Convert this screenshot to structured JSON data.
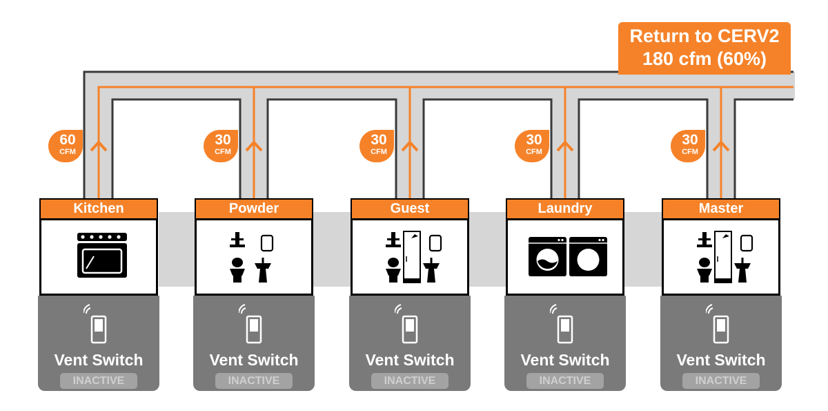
{
  "colors": {
    "accent": "#f58229",
    "duct_fill": "#d6d6d6",
    "duct_outline": "#3a3a3a",
    "switch_panel": "#7a7a7a",
    "badge_bg": "#a3a3a3",
    "badge_text": "#cfcfcf",
    "icon": "#000000"
  },
  "return": {
    "line1": "Return to CERV2",
    "line2": "180 cfm (60%)"
  },
  "rooms": [
    {
      "name": "Kitchen",
      "flow": "60",
      "unit": "CFM",
      "icon": "oven-icon",
      "switch_label": "Vent Switch",
      "status": "INACTIVE"
    },
    {
      "name": "Powder",
      "flow": "30",
      "unit": "CFM",
      "icon": "powder-room-icon",
      "switch_label": "Vent Switch",
      "status": "INACTIVE"
    },
    {
      "name": "Guest",
      "flow": "30",
      "unit": "CFM",
      "icon": "bathroom-icon",
      "switch_label": "Vent Switch",
      "status": "INACTIVE"
    },
    {
      "name": "Laundry",
      "flow": "30",
      "unit": "CFM",
      "icon": "washer-dryer-icon",
      "switch_label": "Vent Switch",
      "status": "INACTIVE"
    },
    {
      "name": "Master",
      "flow": "30",
      "unit": "CFM",
      "icon": "bathroom-icon",
      "switch_label": "Vent Switch",
      "status": "INACTIVE"
    }
  ]
}
